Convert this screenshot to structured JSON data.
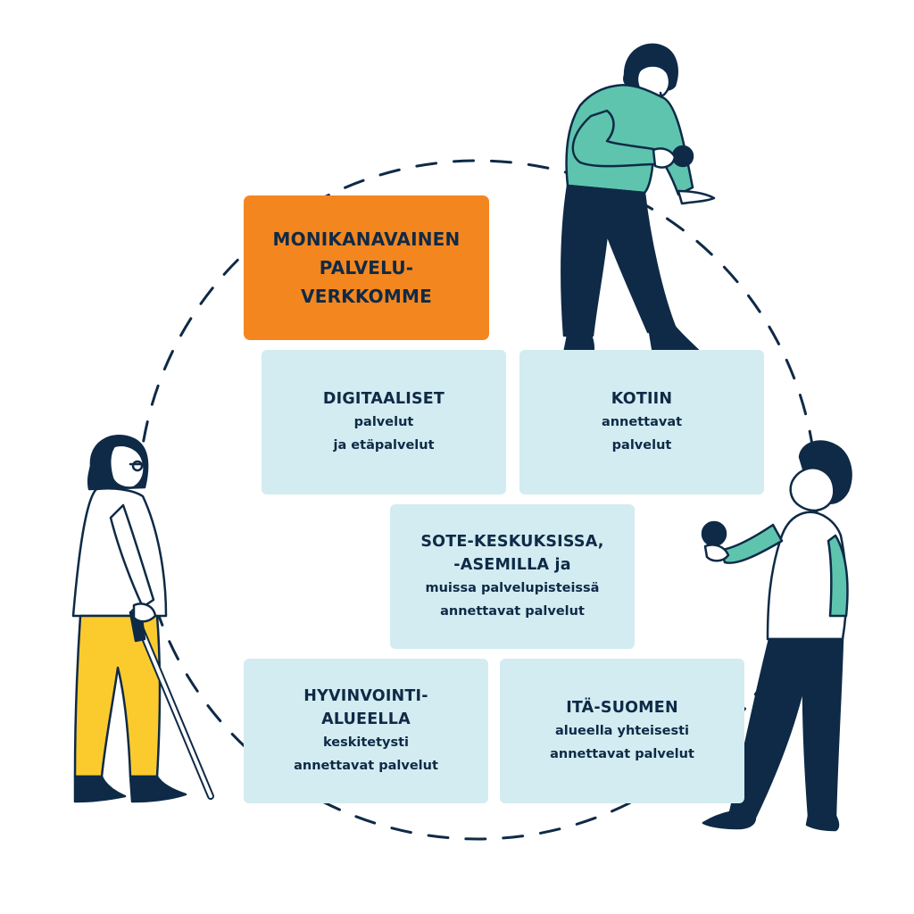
{
  "title_box": {
    "lines": [
      "MONIKANAVAINEN",
      "PALVELU-",
      "VERKKOMME"
    ]
  },
  "boxes": {
    "digital": {
      "heading": [
        "DIGITAALISET"
      ],
      "sub": [
        "palvelut",
        "ja etäpalvelut"
      ]
    },
    "home": {
      "heading": [
        "KOTIIN"
      ],
      "sub": [
        "annettavat",
        "palvelut"
      ]
    },
    "sote": {
      "heading": [
        "SOTE-KESKUKSISSA,",
        "-ASEMILLA ja"
      ],
      "sub": [
        "muissa palvelupisteissä",
        "annettavat palvelut"
      ]
    },
    "region": {
      "heading": [
        "HYVINVOINTI-",
        "ALUEELLA"
      ],
      "sub": [
        "keskitetysti",
        "annettavat palvelut"
      ]
    },
    "east": {
      "heading": [
        "ITÄ-SUOMEN"
      ],
      "sub": [
        "alueella yhteisesti",
        "annettavat palvelut"
      ]
    }
  },
  "colors": {
    "title_box": "#f4861f",
    "service_box": "#d3ecf1",
    "text": "#0e2a47",
    "teal": "#5ec4ae",
    "yellow": "#fbcb2e",
    "navy": "#0e2a47"
  },
  "icons": [
    "woman-with-ball-figure",
    "person-with-white-cane-figure",
    "man-with-ball-figure",
    "dashed-circle"
  ]
}
